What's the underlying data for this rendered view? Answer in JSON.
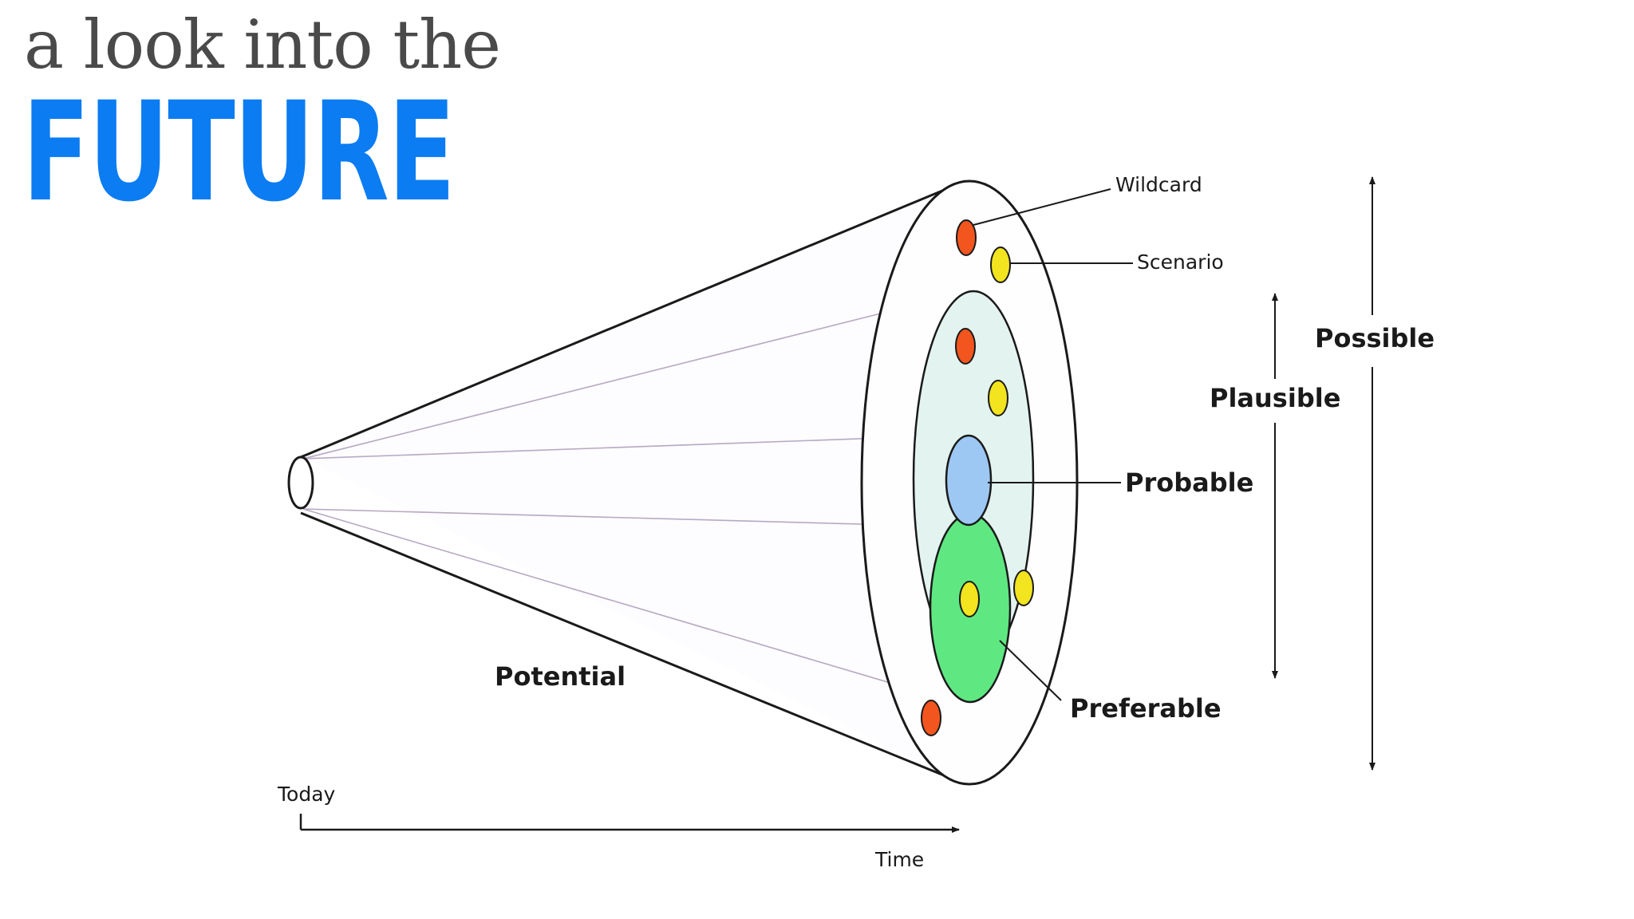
{
  "title": {
    "line1": "a look into the",
    "line2": "FUTURE"
  },
  "diagram": {
    "labels": {
      "wildcard": "Wildcard",
      "scenario": "Scenario",
      "possible": "Possible",
      "plausible": "Plausible",
      "probable": "Probable",
      "preferable": "Preferable",
      "potential": "Potential",
      "today": "Today",
      "time": "Time"
    },
    "colors": {
      "title_accent": "#0b7cf2",
      "title_text": "#4a4a4a",
      "wildcard_dot": "#f2551e",
      "scenario_dot": "#f2e41e",
      "probable_fill": "#9ec8f4",
      "preferable_fill": "#5fe882",
      "plausible_fill": "#e3f3f0"
    }
  }
}
